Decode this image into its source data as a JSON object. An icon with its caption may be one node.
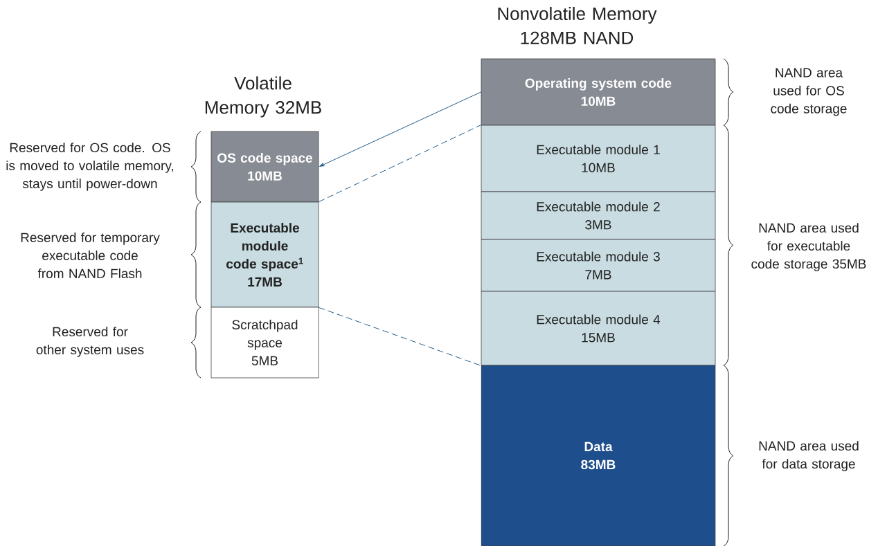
{
  "diagram": {
    "nodes": [
      {
        "text": [
          "OS code space",
          "10MB"
        ]
      },
      {
        "text": [
          "Executable module code space$^{1}$",
          "17MB"
        ]
      },
      {
        "text": [
          "Scratchpad space",
          "5MB"
        ]
      },
      {
        "text": [
          "Operating system code",
          "10MB"
        ]
      },
      {
        "text": [
          "Executable module 1",
          "10MB"
        ]
      },
      {
        "text": [
          "Executable module 2",
          "3MB"
        ]
      },
      {
        "text": [
          "Executable module 3",
          "7MB"
        ]
      },
      {
        "text": [
          "Executable module 4",
          "15MB"
        ]
      },
      {
        "text": [
          "Data",
          "83MB"
        ]
      }
    ],
    "edges": [
      {
        "from": 3,
        "to": 0,
        "arrow": "to"
      },
      {
        "from": 1,
        "to": 4,
        "arrow": "none",
        "style": "dashed"
      },
      {
        "from": 1,
        "to": 7,
        "arrow": "none",
        "style": "dashed"
      }
    ],
    "labels": [
      "Nonvolatile Memory 128MB NAND",
      "Volatile Memory 32MB",
      "NAND area used for OS code storage",
      "Reserved for OS code. OS is moved to volatile memory, stays until power-down",
      "NAND area used for executable code storage 35MB",
      "Reserved for temporary executable code from NAND Flash",
      "Reserved for other system uses",
      "NAND area used for data storage"
    ]
  }
}
